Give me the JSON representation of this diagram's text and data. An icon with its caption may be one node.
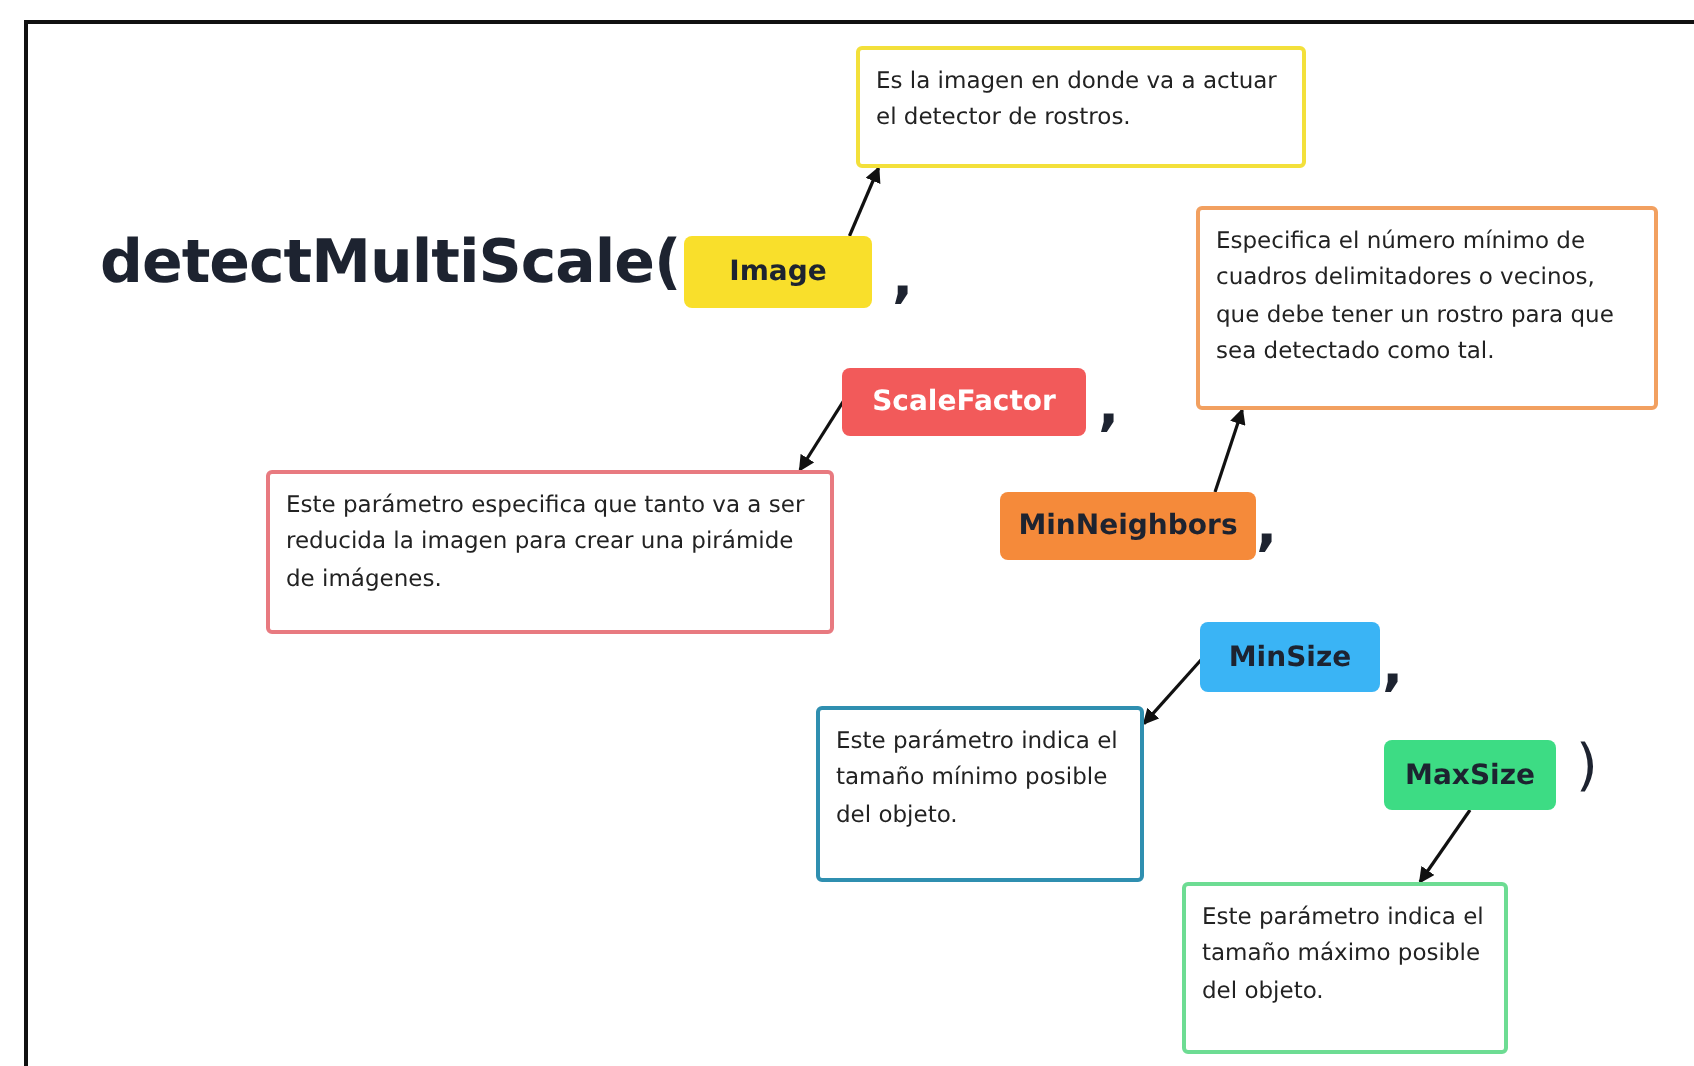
{
  "diagram": {
    "nodes": [
      {
        "text": [
          "Image"
        ]
      },
      {
        "text": [
          "Es la imagen en donde va a actuar el detector de rostros."
        ]
      },
      {
        "text": [
          "ScaleFactor"
        ]
      },
      {
        "text": [
          "Este parámetro especifica que tanto va a ser reducida la imagen para crear una pirámide de imágenes."
        ]
      },
      {
        "text": [
          "MinNeighbors"
        ]
      },
      {
        "text": [
          "Especifica el número mínimo de cuadros delimitadores o vecinos, que debe tener un rostro para que sea detectado como tal."
        ]
      },
      {
        "text": [
          "MinSize"
        ]
      },
      {
        "text": [
          "Este parámetro indica el tamaño mínimo posible del objeto."
        ]
      },
      {
        "text": [
          "MaxSize"
        ]
      },
      {
        "text": [
          "Este parámetro indica el tamaño máximo posible del objeto."
        ]
      }
    ],
    "edges": [
      {
        "from": 0,
        "to": 1,
        "arrow": "to"
      },
      {
        "from": 2,
        "to": 3,
        "arrow": "to"
      },
      {
        "from": 4,
        "to": 5,
        "arrow": "to"
      },
      {
        "from": 6,
        "to": 7,
        "arrow": "to"
      },
      {
        "from": 8,
        "to": 9,
        "arrow": "to"
      }
    ],
    "labels": [
      "detectMultiScale(",
      ",",
      ",",
      ",",
      ",",
      ")"
    ]
  }
}
